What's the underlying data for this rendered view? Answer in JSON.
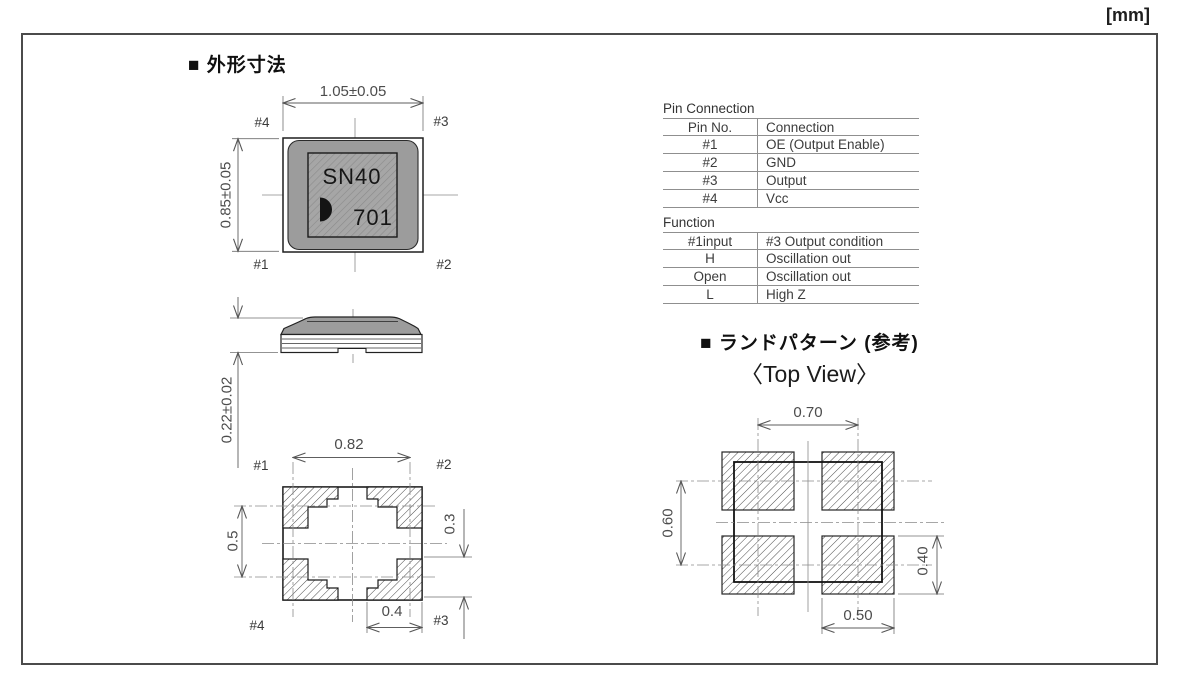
{
  "page": {
    "unit_label": "[mm]"
  },
  "outline_section": {
    "title": "■ 外形寸法"
  },
  "top_view": {
    "dim_width": "1.05±0.05",
    "dim_height": "0.85±0.05",
    "marking_line1": "SN40",
    "marking_line2": "701",
    "logo_icon": "half-circle-logo",
    "pins": {
      "top_left": "#4",
      "top_right": "#3",
      "bottom_left": "#1",
      "bottom_right": "#2"
    }
  },
  "side_view": {
    "dim_thickness": "0.22±0.02"
  },
  "bottom_view": {
    "dim_width": "0.82",
    "dim_left": "0.5",
    "dim_right": "0.3",
    "dim_bottom": "0.4",
    "pins": {
      "top_left": "#1",
      "top_right": "#2",
      "bottom_left": "#4",
      "bottom_right": "#3"
    }
  },
  "pin_connection": {
    "title": "Pin Connection",
    "headers": {
      "no": "Pin No.",
      "connection": "Connection"
    },
    "rows": [
      {
        "no": "#1",
        "connection": "OE (Output Enable)"
      },
      {
        "no": "#2",
        "connection": "GND"
      },
      {
        "no": "#3",
        "connection": "Output"
      },
      {
        "no": "#4",
        "connection": "Vcc"
      }
    ]
  },
  "function_table": {
    "title": "Function",
    "headers": {
      "input": "#1input",
      "output": "#3 Output condition"
    },
    "rows": [
      {
        "input": "H",
        "output": "Oscillation out"
      },
      {
        "input": "Open",
        "output": "Oscillation out"
      },
      {
        "input": "L",
        "output": "High Z"
      }
    ]
  },
  "land_pattern": {
    "title": "■ ランドパターン (参考)",
    "subtitle": "〈Top View〉",
    "dim_pitch_x": "0.70",
    "dim_pitch_y": "0.60",
    "dim_pad_height": "0.40",
    "dim_pad_width": "0.50"
  },
  "colors": {
    "body_gray": "#9c9c9c",
    "marking_gray": "#a6a6a6",
    "outline_dark": "#1c1c1c",
    "dim_line_gray": "#5e5e5e",
    "table_rule_gray": "#8f8f8f",
    "page_border_gray": "#4b4b4b"
  }
}
